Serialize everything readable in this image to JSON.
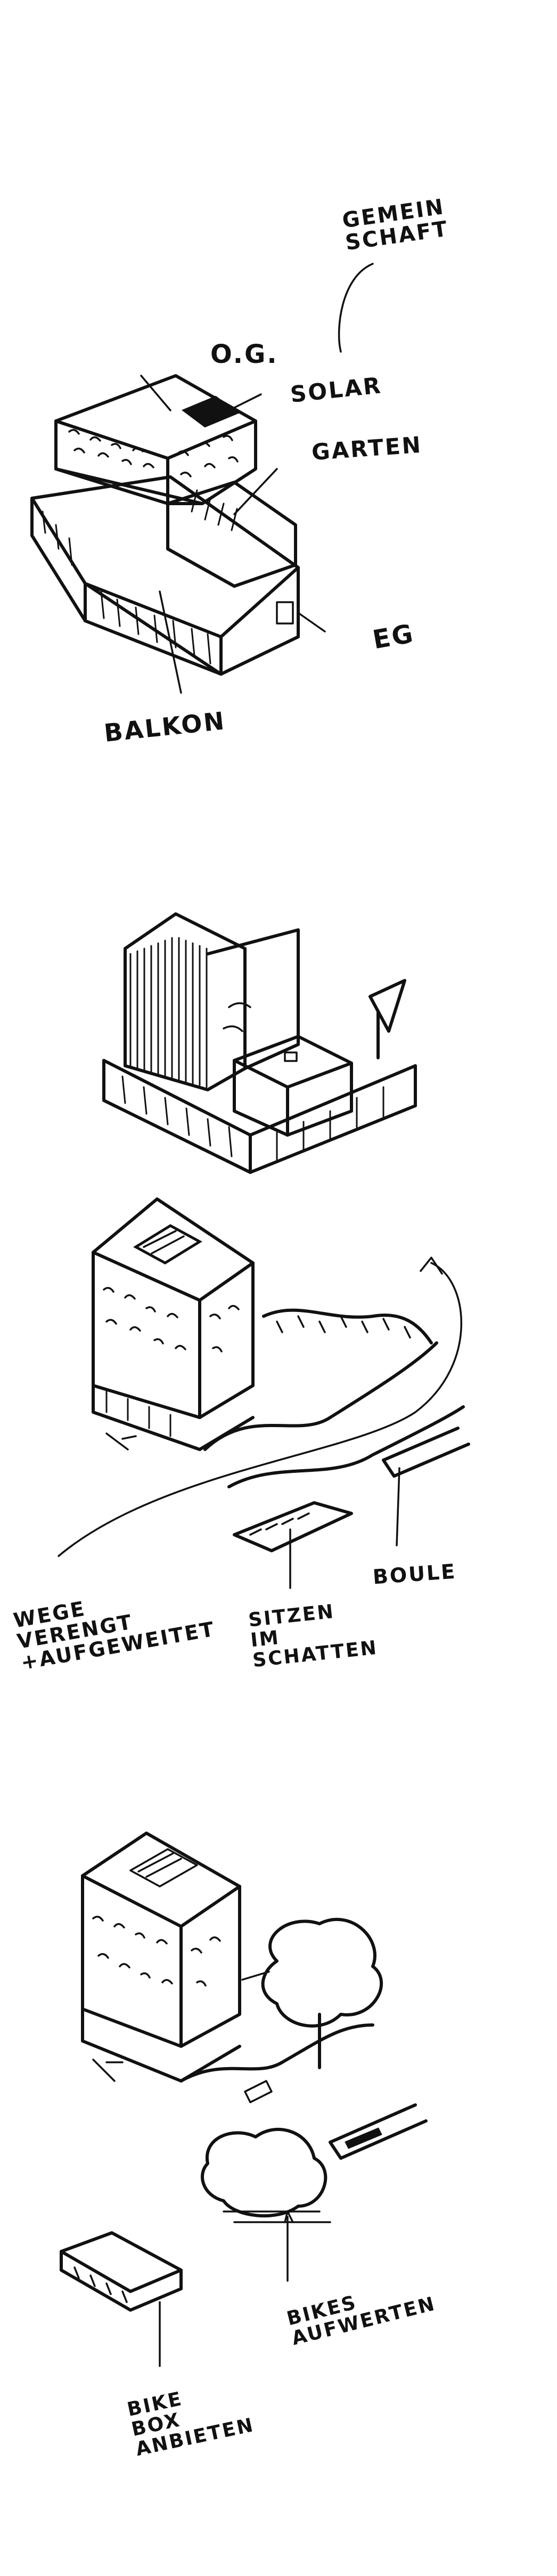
{
  "sketch1": {
    "gemeinschaft": "GEMEIN\nSCHAFT",
    "og": "O.G.",
    "solar": "SOLAR",
    "garten": "GARTEN",
    "eg": "EG",
    "balkon": "BALKON"
  },
  "sketch3": {
    "wege": "WEGE\nVERENGT\n+AUFGEWEITET",
    "sitzen": "SITZEN\nIM\nSCHATTEN",
    "boule": "BOULE"
  },
  "sketch4": {
    "bike_box": "BIKE\nBOX\nANBIETEN",
    "bikes": "BIKES\nAUFWERTEN"
  }
}
